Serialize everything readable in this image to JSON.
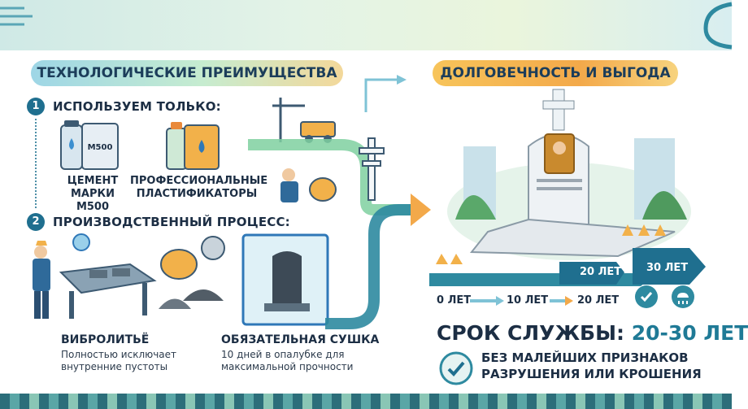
{
  "left": {
    "title": "ТЕХНОЛОГИЧЕСКИЕ ПРЕИМУЩЕСТВА",
    "step1": {
      "number": "1",
      "heading": "ИСПОЛЬЗУЕМ ТОЛЬКО:",
      "items": [
        {
          "label": "ЦЕМЕНТ\nМАРКИ М500",
          "bag_text": "M500"
        },
        {
          "label": "ПРОФЕССИОНАЛЬНЫЕ\nПЛАСТИФИКАТОРЫ"
        }
      ]
    },
    "step2": {
      "number": "2",
      "heading": "ПРОИЗВОДСТВЕННЫЙ ПРОЦЕСС:",
      "items": [
        {
          "title": "ВИБРОЛИТЬЁ",
          "text": "Полностью исключает\nвнутренние пустоты"
        },
        {
          "title": "ОБЯЗАТЕЛЬНАЯ СУШКА",
          "text": "10 дней в опалубке для\nмаксимальной прочности"
        }
      ]
    }
  },
  "right": {
    "title": "ДОЛГОВЕЧНОСТЬ И ВЫГОДА",
    "timeline": {
      "arrow_labels": [
        "20 ЛЕТ",
        "30 ЛЕТ"
      ],
      "axis_labels": [
        "0 ЛЕТ",
        "10 ЛЕТ",
        "20 ЛЕТ"
      ]
    },
    "service_life": {
      "prefix": "СРОК СЛУЖБЫ:",
      "value": "20-30 ЛЕТ"
    },
    "guarantee": "БЕЗ МАЛЕЙШИХ ПРИЗНАКОВ\nРАЗРУШЕНИЯ ИЛИ КРОШЕНИЯ"
  },
  "colors": {
    "accent_teal": "#1f6f8f",
    "accent_orange": "#f3a94a",
    "text_dark": "#1c2e44"
  }
}
